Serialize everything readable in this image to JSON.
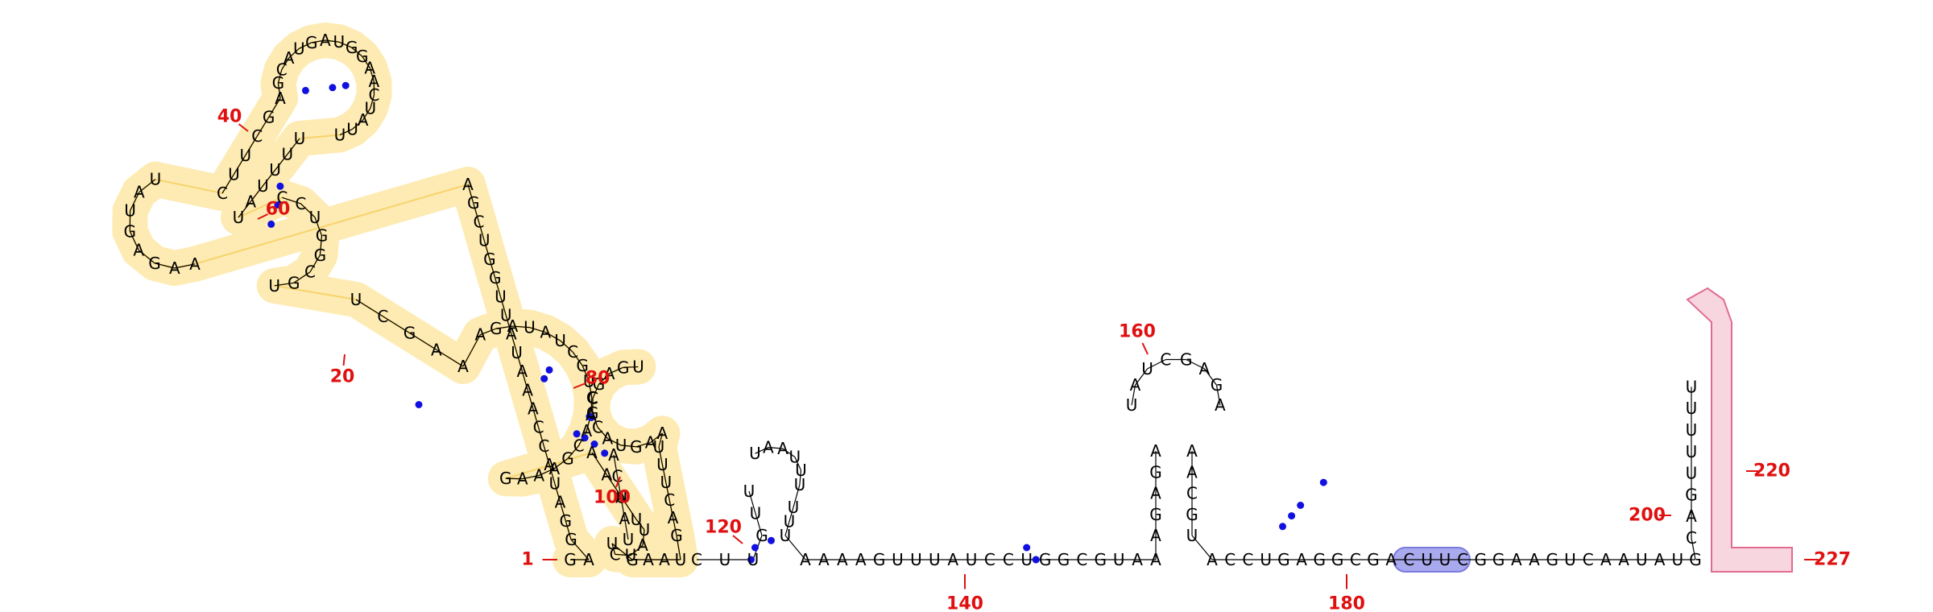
{
  "diagram": {
    "type": "rna-secondary-structure",
    "sequence": "GAGGAUACCAAAUAUUGGUCGAAAGAGUAUCUUCGAGCAUGAUGGAACUAUUUUUUAUCCUGGCGUUCGAAAGAUAUCGUCAACGAAAGAAUUUAUCUGAAUGACUUUAAGUACGCGAGUACAAUCUUGUUUAAUUUUUUAAAAGUUUAUCCUGGCGUAAAGAGAUAUCGAGAAACGUACCUGAGGCGACUUCGGAAGUCAAUAUGCAGUUUUU",
    "sequence_note": "order of bases along the strand",
    "highlight_color": "#f5c94d",
    "highlight_fill": "#fdebb3",
    "terminator_color": "#e26b92",
    "terminator_fill": "#f8d6e0",
    "shine_dalgarno_color": "#7b7be0",
    "shine_dalgarno_fill": "#a9a9ee",
    "pair_dot_color": "#1010e0",
    "position_label_color": "#e01010",
    "labels": [
      "1",
      "20",
      "40",
      "60",
      "80",
      "100",
      "120",
      "140",
      "160",
      "180",
      "200",
      "220",
      "227"
    ]
  }
}
